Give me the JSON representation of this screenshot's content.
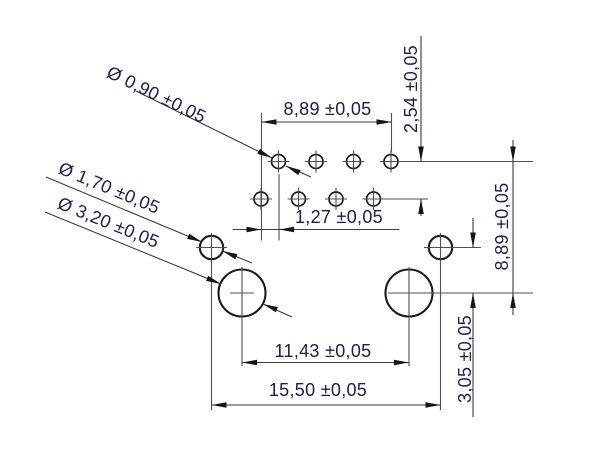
{
  "colors": {
    "background": "#ffffff",
    "line": "#3a3a3a",
    "strong_line": "#1a1a1a",
    "dimension_text": "#1c1c50"
  },
  "labels": {
    "dia_pin_hole": "Ø 0,90 ±0,05",
    "dia_small_mount": "Ø 1,70 ±0,05",
    "dia_large_mount": "Ø 3,20 ±0,05",
    "top_span": "8,89 ±0,05",
    "row_gap": "2,54 ±0,05",
    "stagger": "1,27 ±0,05",
    "right_span": "8,89 ±0,05",
    "mount_gap": "3,05 ±0,05",
    "large_mount_span": "11,43 ±0,05",
    "small_mount_span": "15,50 ±0,05"
  }
}
